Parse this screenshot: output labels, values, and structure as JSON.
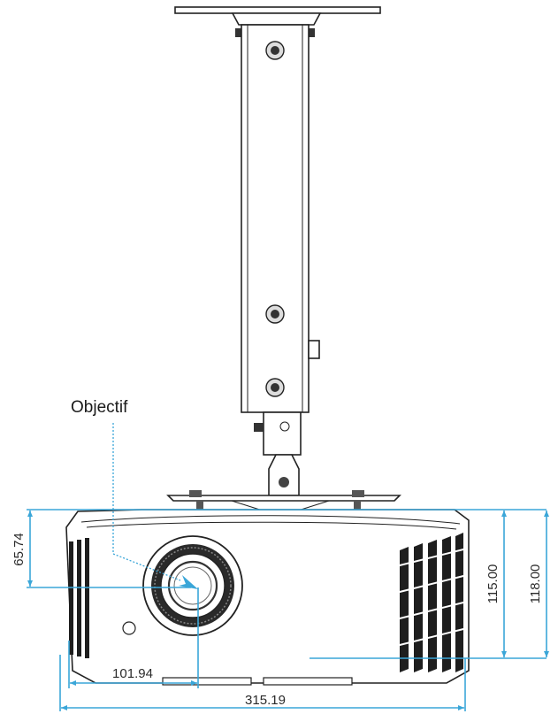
{
  "labels": {
    "lens_callout": "Objectif"
  },
  "dimensions": {
    "lens_height": "65.74",
    "lens_offset": "101.94",
    "total_width": "315.19",
    "body_height": "115.00",
    "total_height": "118.00"
  },
  "colors": {
    "dimension_line": "#3aa6d8",
    "outline": "#222222",
    "vent_fill": "#1e1e1e"
  },
  "icons": {
    "lens_pointer": "arrow-pointer-icon"
  }
}
